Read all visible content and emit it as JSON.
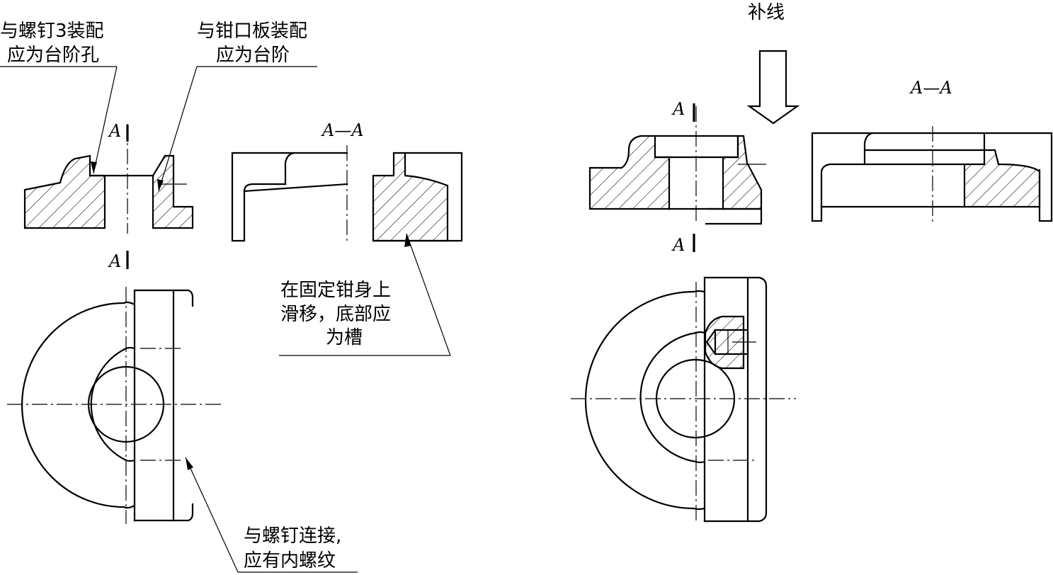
{
  "labels": {
    "section_mark": "A",
    "section_title": "A—A",
    "add_lines": "补线"
  },
  "notes": {
    "stepped_hole": [
      "与螺钉3装配",
      "应为台阶孔"
    ],
    "stepped_edge": [
      "与钳口板装配",
      "应为台阶"
    ],
    "groove": [
      "在固定钳身上",
      "滑移，底部应",
      "为槽"
    ],
    "thread": [
      "与螺钉连接,",
      "应有内螺纹"
    ]
  }
}
